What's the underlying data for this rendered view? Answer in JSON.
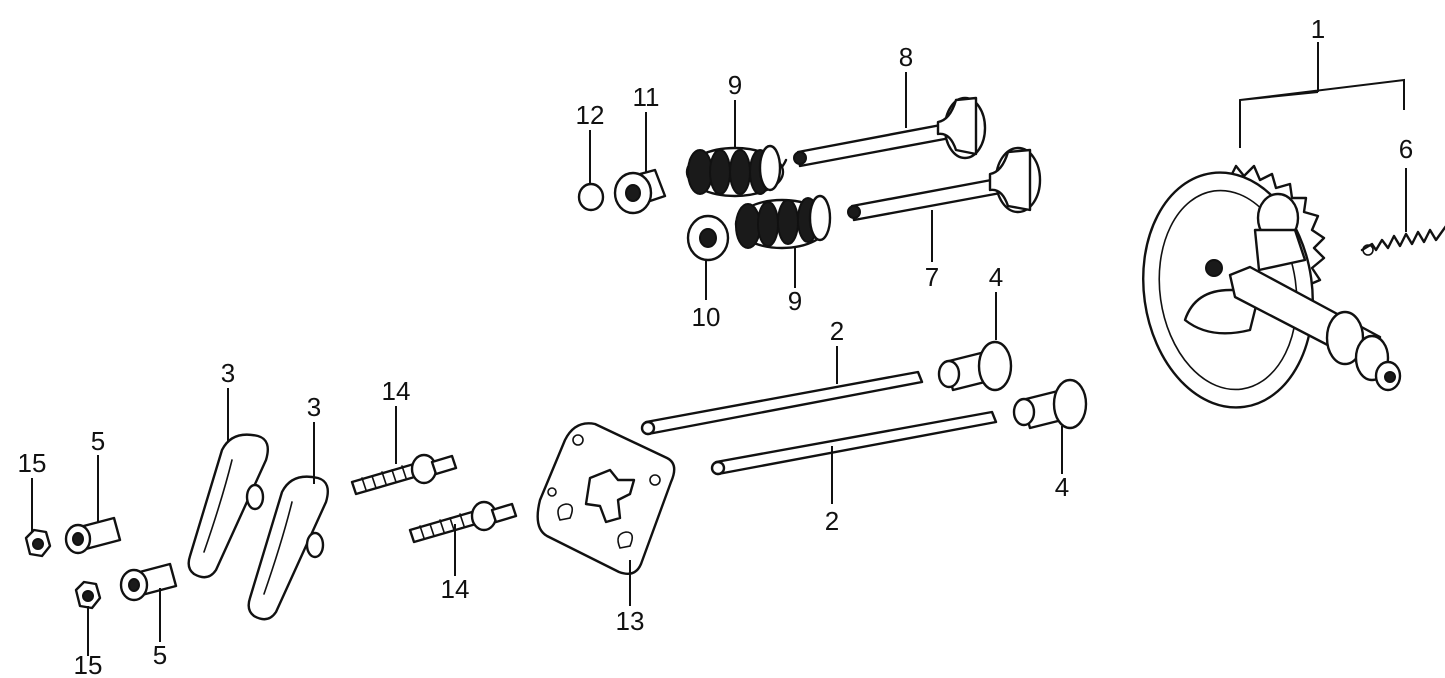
{
  "labels": {
    "p1": "1",
    "p2a": "2",
    "p2b": "2",
    "p3a": "3",
    "p3b": "3",
    "p4a": "4",
    "p4b": "4",
    "p5a": "5",
    "p5b": "5",
    "p6": "6",
    "p7": "7",
    "p8": "8",
    "p9a": "9",
    "p9b": "9",
    "p10": "10",
    "p11": "11",
    "p12": "12",
    "p13": "13",
    "p14a": "14",
    "p14b": "14",
    "p15a": "15",
    "p15b": "15"
  }
}
